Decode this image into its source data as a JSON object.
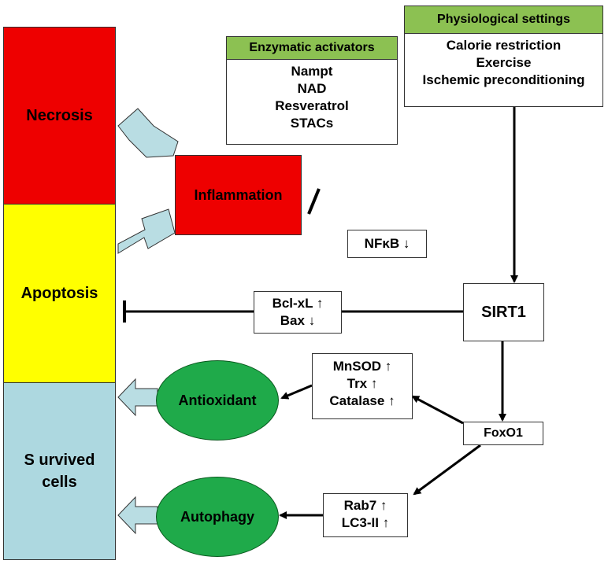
{
  "colors": {
    "necrosis": "#ee0000",
    "apoptosis": "#ffff00",
    "survived": "#add8e0",
    "inflammation": "#ee0000",
    "header_green": "#8cc152",
    "ellipse_green": "#1faa4a",
    "block_arrow": "#b9dde3"
  },
  "zones": {
    "necrosis": "Necrosis",
    "apoptosis": "Apoptosis",
    "survived_line1": "S urvived",
    "survived_line2": "cells"
  },
  "inflammation": "Inflammation",
  "enzymatic": {
    "title": "Enzymatic activators",
    "items": [
      "Nampt",
      "NAD",
      "Resveratrol",
      "STACs"
    ]
  },
  "physiological": {
    "title": "Physiological settings",
    "items": [
      "Calorie  restriction",
      "Exercise",
      "Ischemic preconditioning"
    ]
  },
  "nfkb": "NFκB ↓",
  "bcl": [
    "Bcl-xL ↑",
    "Bax ↓"
  ],
  "sirt1": "SIRT1",
  "foxo1": "FoxO1",
  "antioxidant_targets": [
    "MnSOD ↑",
    "Trx ↑",
    "Catalase ↑"
  ],
  "autophagy_targets": [
    "Rab7 ↑",
    "LC3-II ↑"
  ],
  "antioxidant": "Antioxidant",
  "autophagy": "Autophagy"
}
